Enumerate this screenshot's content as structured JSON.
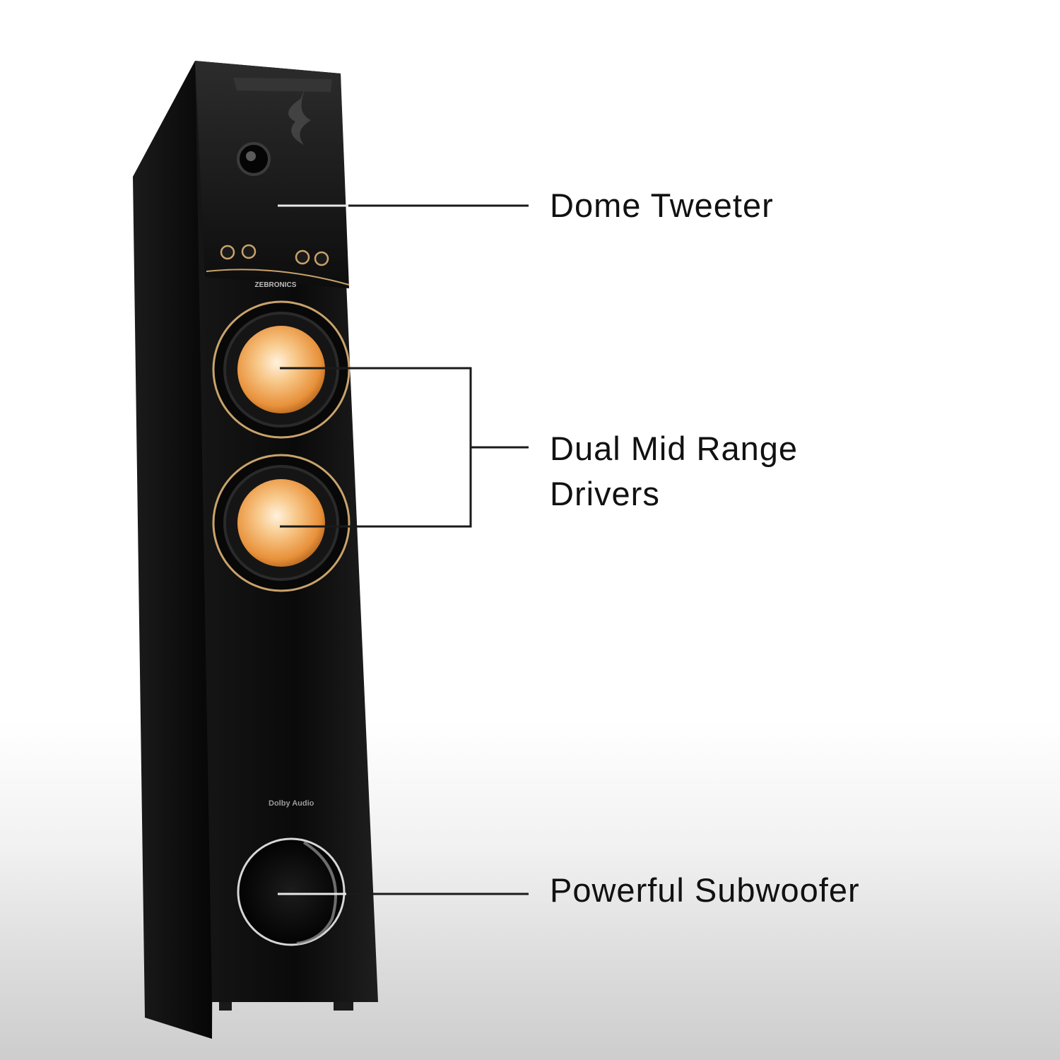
{
  "callouts": {
    "tweeter": "Dome Tweeter",
    "mid_line1": "Dual Mid Range",
    "mid_line2": "Drivers",
    "subwoofer": "Powerful Subwoofer"
  },
  "speaker": {
    "brand_text": "ZEBRONICS",
    "badge_text": "Dolby Audio"
  },
  "colors": {
    "cabinet": "#0b0b0b",
    "cone": "#f2a14a",
    "trim": "#c9a36b",
    "callout_text": "#111111",
    "leader_line": "#1a1a1a"
  }
}
